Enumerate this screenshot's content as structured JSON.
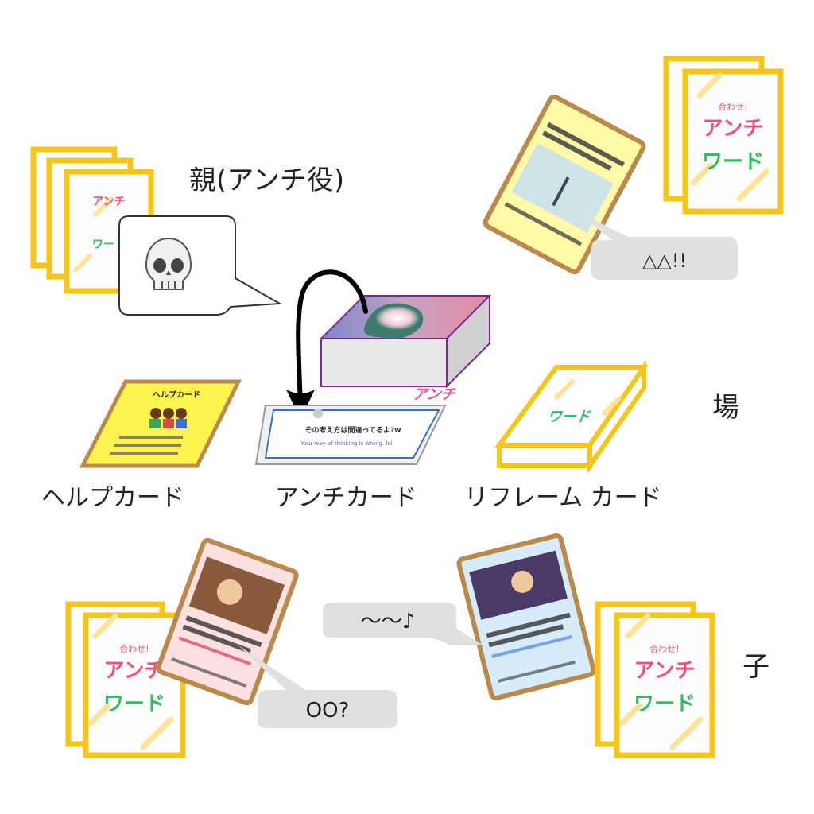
{
  "labels": {
    "parent": "親(アンチ役)",
    "field": "場",
    "child": "子",
    "help_card": "ヘルプカード",
    "anti_card": "アンチカード",
    "reframe_card": "リフレーム カード"
  },
  "card_back": {
    "top_text": "合わせ!",
    "line1": "アンチ",
    "line2": "ワード"
  },
  "help_card_title": "ヘルプカード",
  "anti_card_text": "その考え方は間違ってるよ?w",
  "anti_card_sub": "Your way of thinking is wrong. lol",
  "bubbles": {
    "parent_icon": "skull-emoji",
    "top_right": "△△!!",
    "bottom_left": "OO?",
    "bottom_right": "～～♪"
  },
  "colors": {
    "card_border": "#f5c518",
    "anti_pink": "#ef4f7a",
    "anti_yellow": "#f2a91b",
    "word_green": "#2fbf62",
    "word_blue": "#3e7fe0",
    "word_pink": "#e64aa0",
    "bubble_gray": "#e0e0e0"
  }
}
